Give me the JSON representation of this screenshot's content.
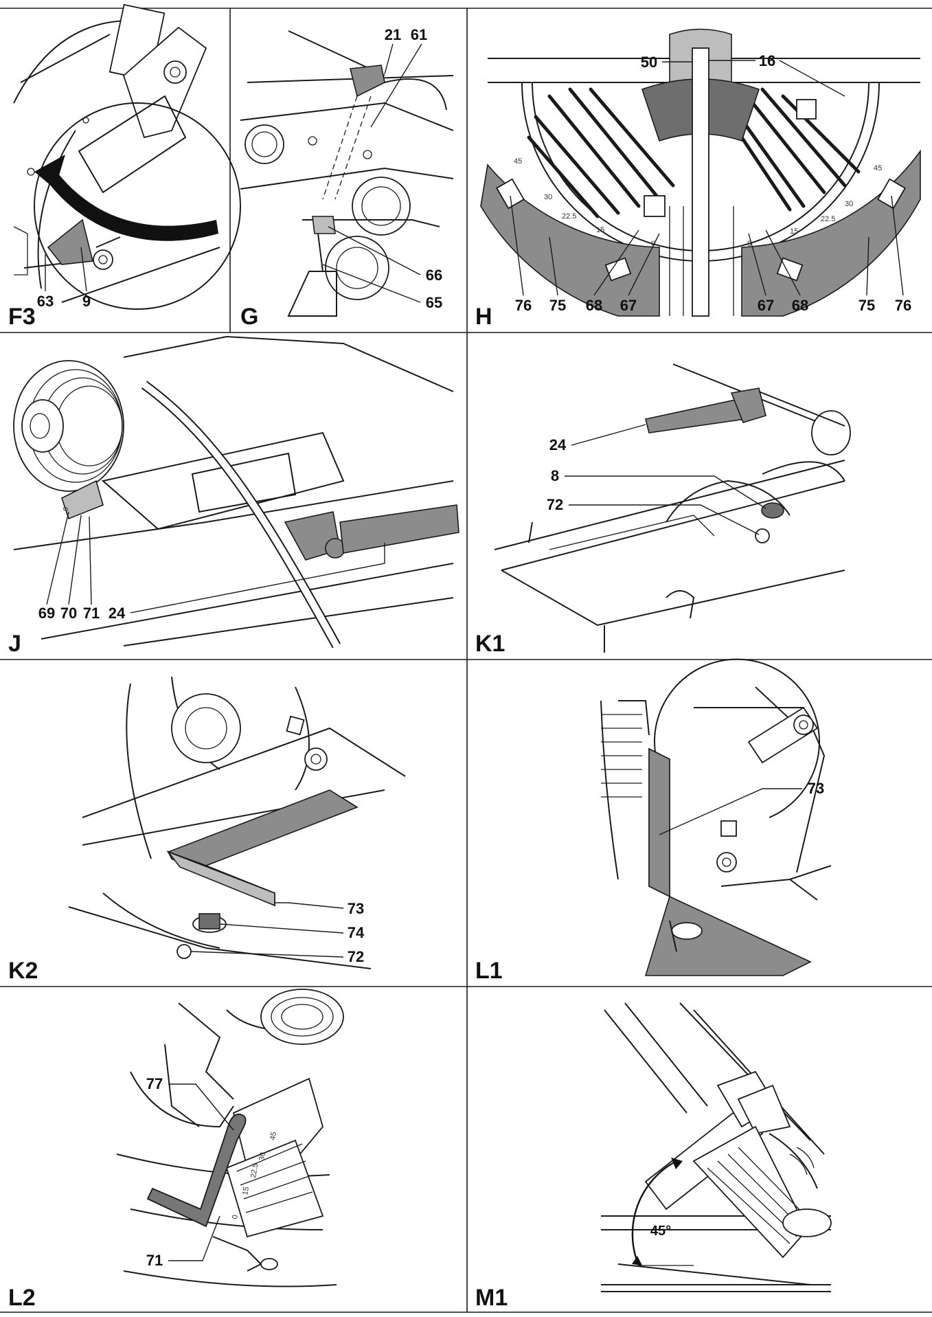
{
  "panels": [
    {
      "label": "F3",
      "callouts": [
        "63",
        "9"
      ]
    },
    {
      "label": "G",
      "callouts": [
        "21",
        "61",
        "66",
        "65"
      ]
    },
    {
      "label": "H",
      "callouts": [
        "50",
        "16",
        "76",
        "75",
        "68",
        "67",
        "67",
        "68",
        "75",
        "76"
      ]
    },
    {
      "label": "J",
      "callouts": [
        "69",
        "70",
        "71",
        "24"
      ]
    },
    {
      "label": "K1",
      "callouts": [
        "24",
        "8",
        "72"
      ]
    },
    {
      "label": "K2",
      "callouts": [
        "73",
        "74",
        "72"
      ]
    },
    {
      "label": "L1",
      "callouts": [
        "73"
      ]
    },
    {
      "label": "L2",
      "callouts": [
        "77",
        "71"
      ]
    },
    {
      "label": "M1",
      "callouts": [
        "45°"
      ]
    }
  ],
  "scale_marks": {
    "h_left": [
      "45",
      "30",
      "22.5",
      "15",
      "0"
    ],
    "h_right": [
      "0",
      "15",
      "22.5",
      "30",
      "45"
    ],
    "j_scale": "0",
    "l2_scale": [
      "0",
      "15",
      "22.5",
      "30",
      "45"
    ]
  },
  "colors": {
    "line": "#1a1a1a",
    "shade": "#8c8c8c",
    "light_shade": "#bdbdbd",
    "background": "#ffffff"
  }
}
